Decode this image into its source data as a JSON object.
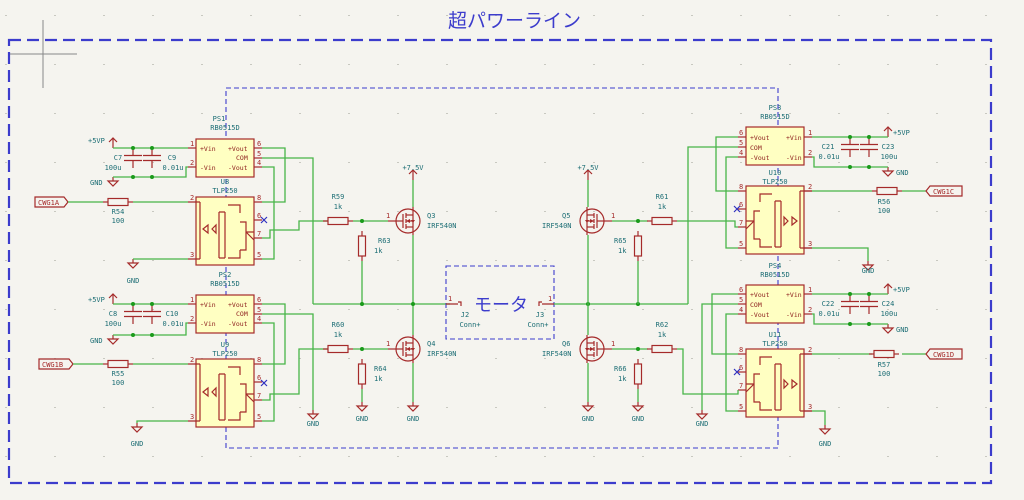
{
  "sheet_title": "超パワーライン",
  "motor_block_label": "モータ",
  "nets": {
    "vcc5": "+5VP",
    "vcc7": "+7.5V",
    "gnd": "GND"
  },
  "connectors": [
    {
      "ref": "J2",
      "value": "Conn+",
      "pin": "1"
    },
    {
      "ref": "J3",
      "value": "Conn+",
      "pin": "1"
    }
  ],
  "global_labels": [
    "CWG1A",
    "CWG1B",
    "CWG1C",
    "CWG1D"
  ],
  "power_modules": [
    {
      "ref": "PS1",
      "value": "RB0515D",
      "pins_left": [
        "+Vin",
        "-Vin"
      ],
      "pins_right": [
        "+Vout",
        "COM",
        "-Vout"
      ]
    },
    {
      "ref": "PS2",
      "value": "RB0515D",
      "pins_left": [
        "+Vin",
        "-Vin"
      ],
      "pins_right": [
        "+Vout",
        "COM",
        "-Vout"
      ]
    },
    {
      "ref": "PS3",
      "value": "RB0515D",
      "pins_left": [
        "+Vout",
        "COM",
        "-Vout"
      ],
      "pins_right": [
        "+Vin",
        "-Vin"
      ]
    },
    {
      "ref": "PS4",
      "value": "RB0515D",
      "pins_left": [
        "+Vout",
        "COM",
        "-Vout"
      ],
      "pins_right": [
        "+Vin",
        "-Vin"
      ]
    }
  ],
  "optocouplers": [
    {
      "ref": "U8",
      "value": "TLP250"
    },
    {
      "ref": "U9",
      "value": "TLP250"
    },
    {
      "ref": "U10",
      "value": "TLP250"
    },
    {
      "ref": "U11",
      "value": "TLP250"
    }
  ],
  "capacitors": [
    {
      "ref": "C7",
      "value": "100u"
    },
    {
      "ref": "C9",
      "value": "0.01u"
    },
    {
      "ref": "C8",
      "value": "100u"
    },
    {
      "ref": "C10",
      "value": "0.01u"
    },
    {
      "ref": "C21",
      "value": "0.01u"
    },
    {
      "ref": "C23",
      "value": "100u"
    },
    {
      "ref": "C22",
      "value": "0.01u"
    },
    {
      "ref": "C24",
      "value": "100u"
    }
  ],
  "resistors": [
    {
      "ref": "R54",
      "value": "100"
    },
    {
      "ref": "R55",
      "value": "100"
    },
    {
      "ref": "R56",
      "value": "100"
    },
    {
      "ref": "R57",
      "value": "100"
    },
    {
      "ref": "R59",
      "value": "1k"
    },
    {
      "ref": "R60",
      "value": "1k"
    },
    {
      "ref": "R61",
      "value": "1k"
    },
    {
      "ref": "R62",
      "value": "1k"
    },
    {
      "ref": "R63",
      "value": "1k"
    },
    {
      "ref": "R64",
      "value": "1k"
    },
    {
      "ref": "R65",
      "value": "1k"
    },
    {
      "ref": "R66",
      "value": "1k"
    }
  ],
  "mosfets": [
    {
      "ref": "Q3",
      "value": "IRF540N"
    },
    {
      "ref": "Q4",
      "value": "IRF540N"
    },
    {
      "ref": "Q5",
      "value": "IRF540N"
    },
    {
      "ref": "Q6",
      "value": "IRF540N"
    }
  ],
  "pin_numbers": {
    "p1": "1",
    "p2": "2",
    "p3": "3",
    "p4": "4",
    "p5": "5",
    "p6": "6",
    "p7": "7",
    "p8": "8"
  }
}
